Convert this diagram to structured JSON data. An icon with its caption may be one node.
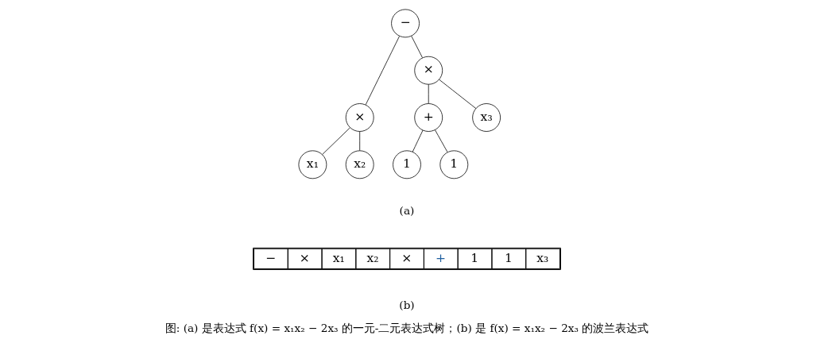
{
  "diagram": {
    "caption": "图: (a) 是表达式 f(x) = x₁x₂ − 2x₃ 的一元-二元表达式树；(b) 是 f(x) = x₁x₂ − 2x₃ 的波兰表达式",
    "nodes": [
      {
        "text": [
          "−"
        ]
      },
      {
        "text": [
          "×"
        ]
      },
      {
        "text": [
          "×"
        ]
      },
      {
        "text": [
          "x₁"
        ]
      },
      {
        "text": [
          "x₂"
        ]
      },
      {
        "text": [
          "+"
        ]
      },
      {
        "text": [
          "x₃"
        ]
      },
      {
        "text": [
          "1"
        ]
      },
      {
        "text": [
          "1"
        ]
      }
    ],
    "edges": [
      {
        "from": 0,
        "to": 1,
        "arrow": "none"
      },
      {
        "from": 0,
        "to": 2,
        "arrow": "none"
      },
      {
        "from": 1,
        "to": 3,
        "arrow": "none"
      },
      {
        "from": 1,
        "to": 4,
        "arrow": "none"
      },
      {
        "from": 2,
        "to": 5,
        "arrow": "none"
      },
      {
        "from": 2,
        "to": 6,
        "arrow": "none"
      },
      {
        "from": 5,
        "to": 7,
        "arrow": "none"
      },
      {
        "from": 5,
        "to": 8,
        "arrow": "none"
      }
    ],
    "labels": [
      "(a)",
      "−",
      "×",
      "x₁",
      "x₂",
      "×",
      "+",
      "1",
      "1",
      "x₃",
      "(b)"
    ]
  }
}
